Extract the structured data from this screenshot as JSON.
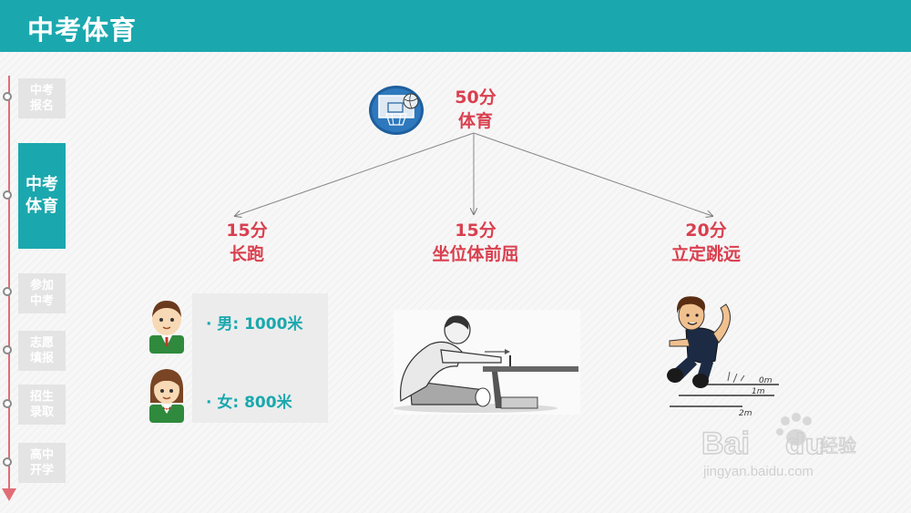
{
  "header": {
    "title": "中考体育"
  },
  "timeline": {
    "items": [
      {
        "label": "中考报名",
        "active": false
      },
      {
        "label": "中考体育",
        "active": true
      },
      {
        "label": "参加中考",
        "active": false
      },
      {
        "label": "志愿填报",
        "active": false
      },
      {
        "label": "招生录取",
        "active": false
      },
      {
        "label": "高中开学",
        "active": false
      }
    ]
  },
  "root": {
    "score": "50分",
    "name": "体育"
  },
  "branches": [
    {
      "score": "15分",
      "name": "长跑"
    },
    {
      "score": "15分",
      "name": "坐位体前屈"
    },
    {
      "score": "20分",
      "name": "立定跳远"
    }
  ],
  "running": {
    "male": "男: 1000米",
    "female": "女: 800米"
  },
  "jump_marks": [
    "0m",
    "1m",
    "2m"
  ],
  "colors": {
    "teal": "#1aa8ae",
    "red": "#d9404f",
    "timeline": "#e06d76"
  }
}
